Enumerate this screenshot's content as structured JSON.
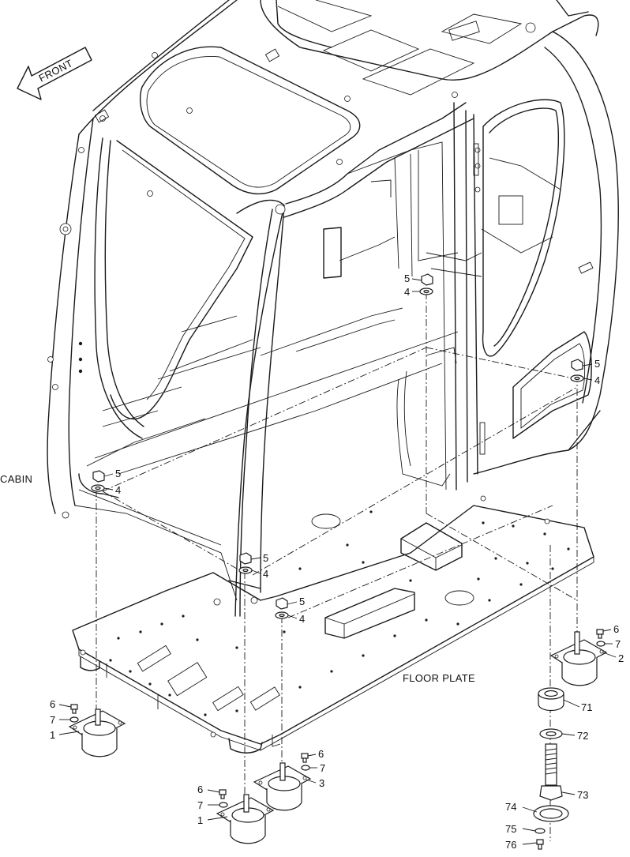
{
  "labels": {
    "front": "FRONT",
    "cabin": "CABIN",
    "floor_plate": "FLOOR PLATE"
  },
  "parts": {
    "p1": "1",
    "p2": "2",
    "p3": "3",
    "p4": "4",
    "p5": "5",
    "p6": "6",
    "p7": "7",
    "p71": "71",
    "p72": "72",
    "p73": "73",
    "p74": "74",
    "p75": "75",
    "p76": "76"
  }
}
